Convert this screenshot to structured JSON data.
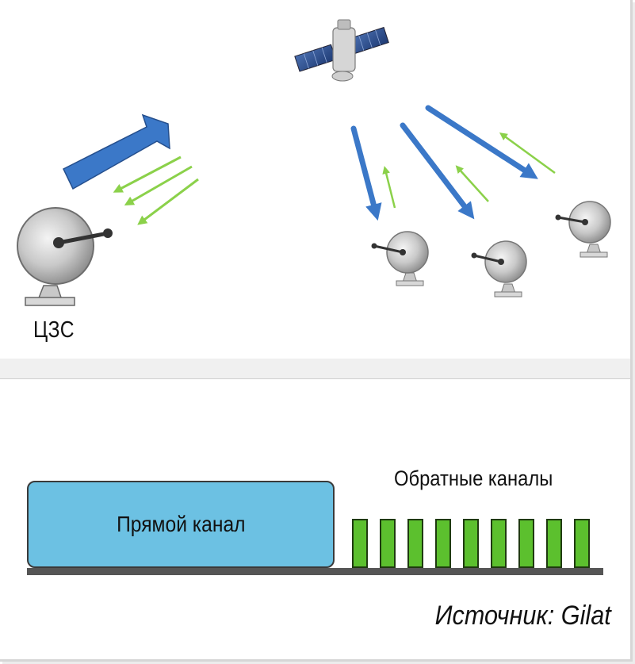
{
  "diagram": {
    "hub_label": "ЦЗС",
    "forward_channel_label": "Прямой канал",
    "return_channels_label": "Обратные каналы",
    "return_channel_count": 9,
    "source_label": "Источник: Gilat"
  },
  "colors": {
    "forward_channel_fill": "#6cc1e3",
    "return_channel_fill": "#5cc02e",
    "downlink_arrow": "#3b78c8",
    "uplink_arrow": "#8bd14a",
    "dish": "#b9b9b9"
  },
  "icons": {
    "satellite": "satellite-icon",
    "hub_dish": "hub-dish-icon",
    "terminal_dish": "terminal-dish-icon"
  }
}
